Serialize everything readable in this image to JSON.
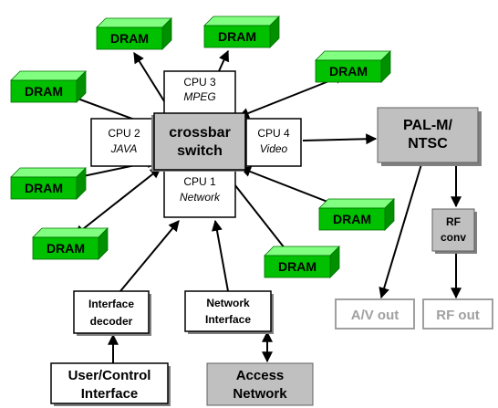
{
  "dram_label": "DRAM",
  "crossbar": {
    "line1": "crossbar",
    "line2": "switch"
  },
  "cpu3": {
    "name": "CPU 3",
    "role": "MPEG"
  },
  "cpu2": {
    "name": "CPU 2",
    "role": "JAVA"
  },
  "cpu4": {
    "name": "CPU 4",
    "role": "Video"
  },
  "cpu1": {
    "name": "CPU 1",
    "role": "Network"
  },
  "palm": {
    "line1": "PAL-M/",
    "line2": "NTSC"
  },
  "rf_conv": {
    "line1": "RF",
    "line2": "conv"
  },
  "av_out": "A/V out",
  "rf_out": "RF out",
  "interface_decoder": {
    "line1": "Interface",
    "line2": "decoder"
  },
  "network_interface": {
    "line1": "Network",
    "line2": "Interface"
  },
  "user_control": {
    "line1": "User/Control",
    "line2": "Interface"
  },
  "access_network": {
    "line1": "Access",
    "line2": "Network"
  },
  "colors": {
    "dram_front": "#00c000",
    "dram_top": "#80ff80",
    "dram_side": "#009000",
    "gray_box": "#c0c0c0",
    "gray_shadow": "#808080",
    "out_text": "#a0a0a0"
  }
}
